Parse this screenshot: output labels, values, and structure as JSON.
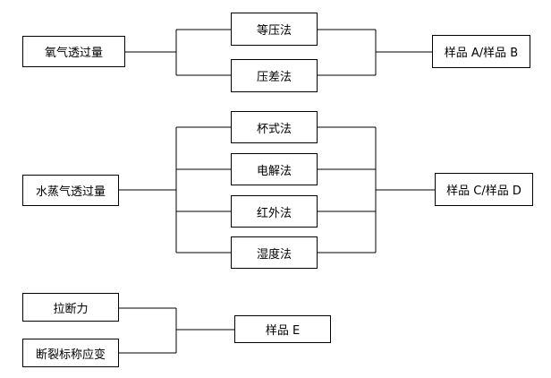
{
  "group_oxygen": {
    "property": "氧气透过量",
    "methods": [
      "等压法",
      "压差法"
    ],
    "samples": "样品 A/样品 B"
  },
  "group_vapor": {
    "property": "水蒸气透过量",
    "methods": [
      "杯式法",
      "电解法",
      "红外法",
      "湿度法"
    ],
    "samples": "样品 C/样品 D"
  },
  "group_tensile": {
    "properties": [
      "拉断力",
      "断裂标称应变"
    ],
    "samples": "样品 E"
  }
}
